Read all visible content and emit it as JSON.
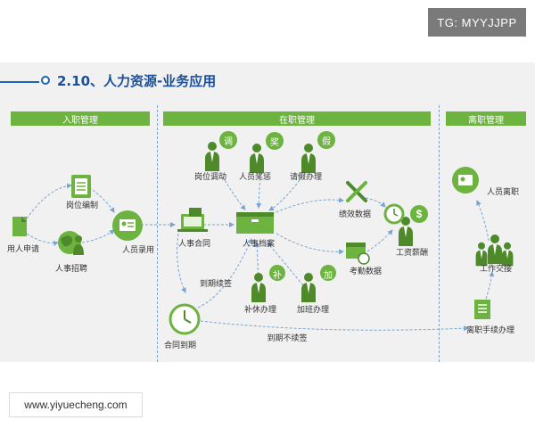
{
  "watermark_top": "TG: MYYJJPP",
  "watermark_bottom": "www.yiyuecheng.com",
  "title": "2.10、人力资源-业务应用",
  "sections": {
    "onboard": "入职管理",
    "inservice": "在职管理",
    "offboard": "离职管理"
  },
  "nodes": {
    "hire_request": "用人申请",
    "post_staffing": "岗位编制",
    "recruit": "人事招聘",
    "employee_hire": "人员录用",
    "contract": "人事合同",
    "archive": "人事档案",
    "transfer": "岗位调动",
    "reward": "人员奖惩",
    "leave": "请假办理",
    "performance": "绩效数据",
    "salary": "工资薪酬",
    "attendance": "考勤数据",
    "makeup": "补休办理",
    "overtime": "加班办理",
    "renew": "到期续签",
    "contract_expire": "合同到期",
    "no_renew": "到期不续签",
    "resign_proc": "离职手续办理",
    "handover": "工作交接",
    "resign": "人员离职"
  },
  "bubbles": {
    "transfer": "调",
    "reward": "奖",
    "leave": "假",
    "makeup": "补",
    "overtime": "加"
  },
  "colors": {
    "green": "#6cb33f",
    "dark_green": "#4e8a2a",
    "blue_title": "#1a4f9a",
    "panel_bg": "#f1f1f1"
  }
}
